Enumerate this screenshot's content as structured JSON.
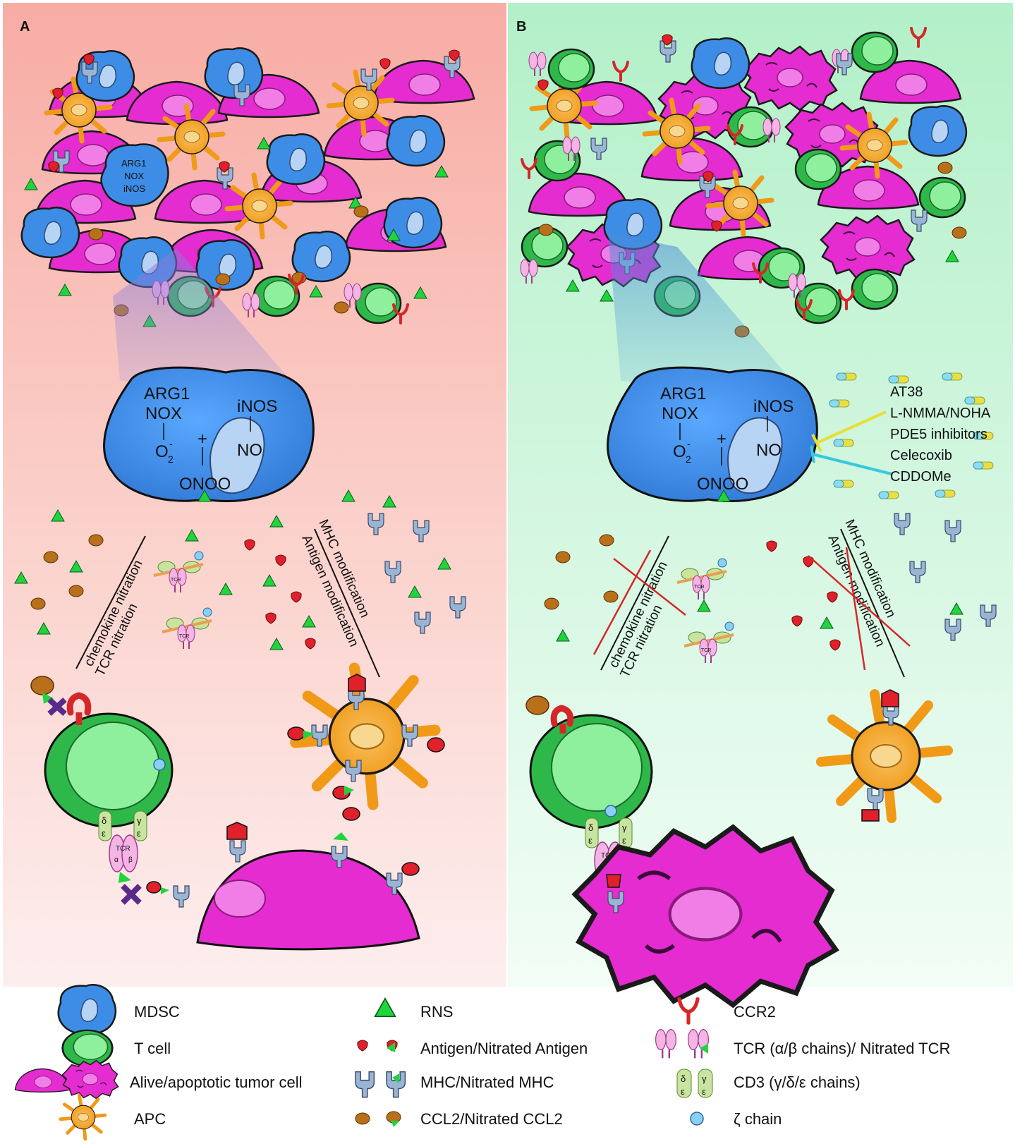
{
  "panels": {
    "a": {
      "letter": "A"
    },
    "b": {
      "letter": "B"
    }
  },
  "colors": {
    "panel_a_bg": "#f7b0a8",
    "panel_b_bg": "#b4f0c8",
    "mdsc": "#3f8fe6",
    "tcell": "#2ec04a",
    "tumor": "#e62bd2",
    "apc": "#f4a01e",
    "rns": "#1fd43a",
    "antigen": "#e0202a",
    "mhc": "#8fa8c8",
    "ccl2": "#b46a14",
    "ccr2": "#d42828",
    "inhibitor_yellow": "#e8e030",
    "inhibitor_cyan": "#38c8e0",
    "blocked_x": "#5a2a8a"
  },
  "panel_a": {
    "small_mdsc_enzymes": [
      "ARG1",
      "NOX",
      "iNOS"
    ],
    "big_mdsc": {
      "arg1": "ARG1",
      "nox": "NOX",
      "inos": "iNOS",
      "o2": "O",
      "o2_sub": "2",
      "o2_sup": "-",
      "plus": "+",
      "no": "NO",
      "onoo": "ONOO",
      "onoo_sup": "-"
    },
    "left_diag": {
      "top": "chemokine  nitration",
      "bottom": "TCR  nitration"
    },
    "right_diag": {
      "top": "MHC  modification",
      "bottom": "Antigen  modification"
    }
  },
  "panel_b": {
    "big_mdsc": {
      "arg1": "ARG1",
      "nox": "NOX",
      "inos": "iNOS",
      "o2": "O",
      "o2_sub": "2",
      "o2_sup": "-",
      "plus": "+",
      "no": "NO",
      "onoo": "ONOO",
      "onoo_sup": "-"
    },
    "inhibitors": [
      "AT38",
      "L-NMMA/NOHA",
      "PDE5 inhibitors",
      "Celecoxib",
      "CDDOMe"
    ],
    "left_diag": {
      "top": "chemokine  nitration",
      "bottom": "TCR  nitration"
    },
    "right_diag": {
      "top": "MHC  modification",
      "bottom": "Antigen  modification"
    }
  },
  "cell_glyphs": {
    "tcr": "TCR",
    "alpha": "α",
    "beta": "β",
    "delta": "δ",
    "gamma": "γ",
    "epsilon": "ε"
  },
  "legend": {
    "col1": [
      "MDSC",
      "T cell",
      "Alive/apoptotic tumor cell",
      "APC"
    ],
    "col2": [
      "RNS",
      "Antigen/Nitrated Antigen",
      "MHC/Nitrated MHC",
      "CCL2/Nitrated CCL2"
    ],
    "col3": [
      "CCR2",
      "TCR (α/β chains)/ Nitrated TCR",
      "CD3 (γ/δ/ε chains)",
      "ζ chain"
    ],
    "cd3_glyphs": {
      "delta": "δ",
      "gamma": "γ",
      "epsilon": "ε"
    }
  }
}
